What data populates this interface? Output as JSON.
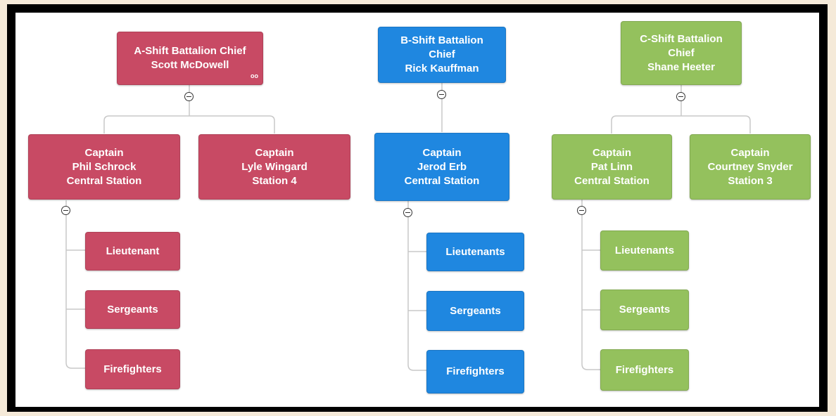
{
  "colors": {
    "a_shift": "#c84a64",
    "b_shift": "#1f87e0",
    "c_shift": "#94c15d",
    "connector": "#c8c8c8",
    "frame": "#000000",
    "page_bg": "#f5ead9"
  },
  "a_shift": {
    "chief": {
      "lines": [
        "A-Shift Battalion Chief",
        "Scott McDowell"
      ],
      "icon": "glasses-icon",
      "icon_glyph": "oo"
    },
    "captain_1": {
      "lines": [
        "Captain",
        "Phil Schrock",
        "Central Station"
      ]
    },
    "captain_2": {
      "lines": [
        "Captain",
        "Lyle Wingard",
        "Station 4"
      ]
    },
    "ranks": [
      "Lieutenant",
      "Sergeants",
      "Firefighters"
    ]
  },
  "b_shift": {
    "chief": {
      "lines": [
        "B-Shift Battalion",
        "Chief",
        "Rick Kauffman"
      ]
    },
    "captain_1": {
      "lines": [
        "Captain",
        "Jerod Erb",
        "Central Station"
      ]
    },
    "ranks": [
      "Lieutenants",
      "Sergeants",
      "Firefighters"
    ]
  },
  "c_shift": {
    "chief": {
      "lines": [
        "C-Shift Battalion",
        "Chief",
        "Shane Heeter"
      ]
    },
    "captain_1": {
      "lines": [
        "Captain",
        "Pat Linn",
        "Central Station"
      ]
    },
    "captain_2": {
      "lines": [
        "Captain",
        "Courtney Snyder",
        "Station 3"
      ]
    },
    "ranks": [
      "Lieutenants",
      "Sergeants",
      "Firefighters"
    ]
  }
}
